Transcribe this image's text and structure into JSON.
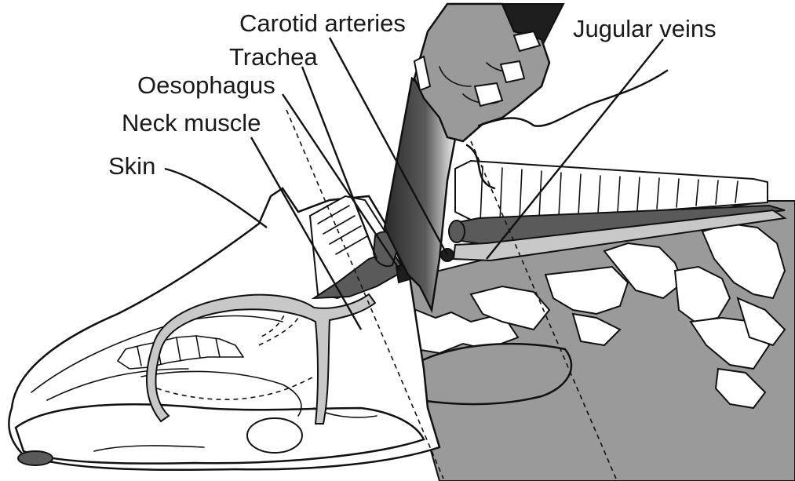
{
  "labels": {
    "carotid": "Carotid arteries",
    "jugular": "Jugular veins",
    "trachea": "Trachea",
    "oesophagus": "Oesophagus",
    "neck_muscle": "Neck muscle",
    "skin": "Skin"
  },
  "colors": {
    "tissue_grey": "#9a9a9a",
    "light_grey": "#c8c8c8",
    "dark_grey": "#5a5a5a",
    "knife_dark": "#1e1e1e",
    "outline": "#111111"
  }
}
